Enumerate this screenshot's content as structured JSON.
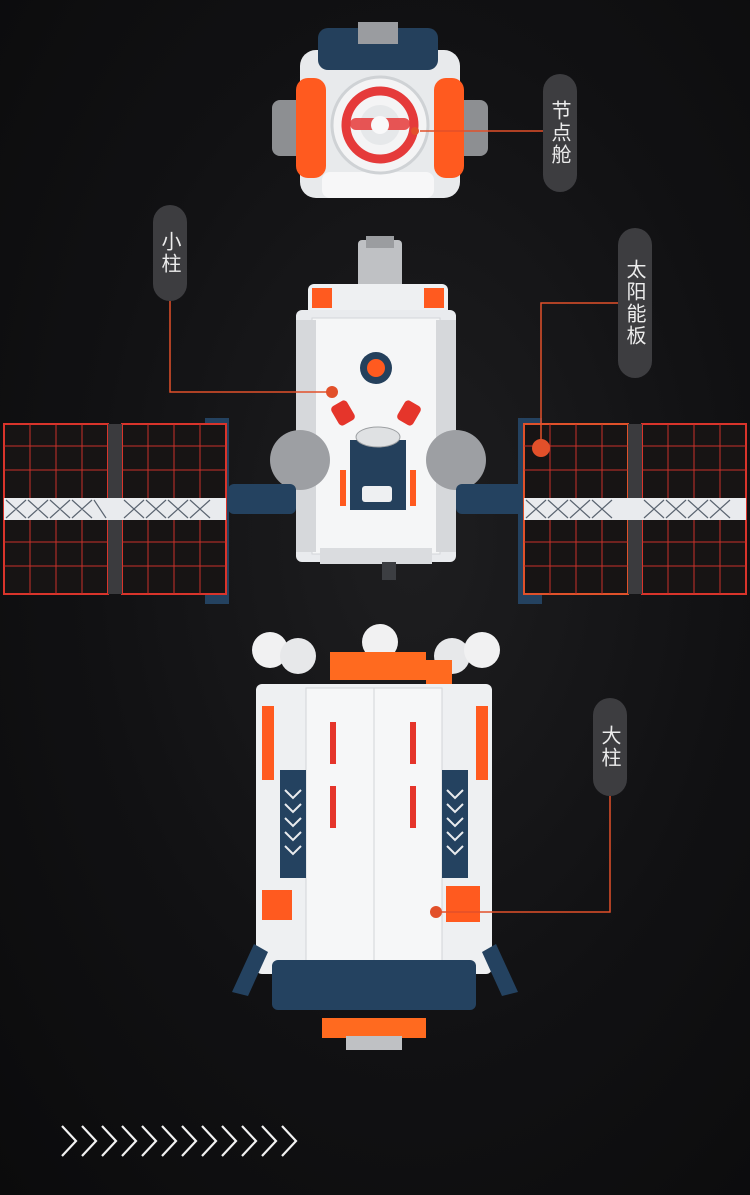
{
  "labels": {
    "node_module": "节点舱",
    "small_pillar": "小柱",
    "solar_panel": "太阳能板",
    "large_pillar": "大柱"
  },
  "icons": [
    "chevron-right-icon"
  ],
  "colors": {
    "background": "#111113",
    "accent_orange": "#ff5a1f",
    "navy_brick": "#244260",
    "white_brick": "#eef0f2",
    "callout_line": "#e2502a"
  }
}
